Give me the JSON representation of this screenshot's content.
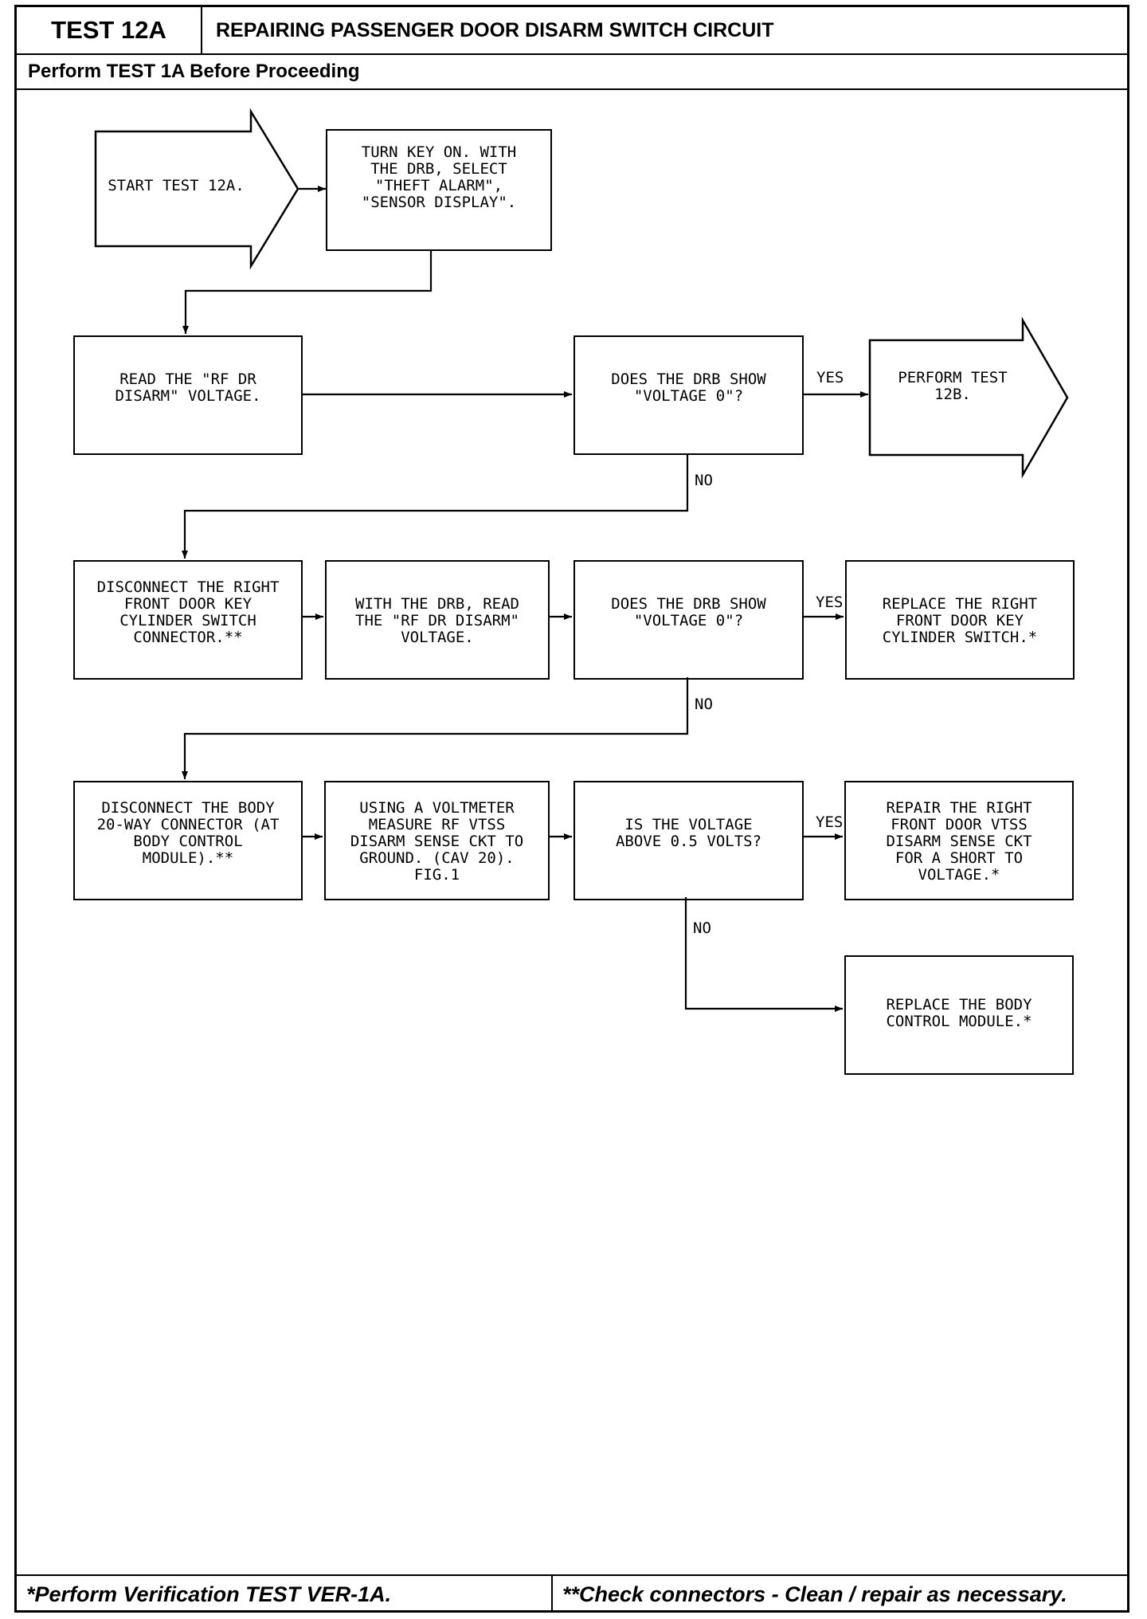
{
  "header": {
    "test_id": "TEST 12A",
    "title": "REPAIRING PASSENGER DOOR DISARM SWITCH CIRCUIT",
    "prerequisite": "Perform TEST 1A Before Proceeding"
  },
  "flowchart": {
    "start": "START TEST 12A.",
    "step1": "TURN KEY ON. WITH\nTHE DRB, SELECT\n\"THEFT ALARM\",\n\"SENSOR DISPLAY\".",
    "step2": "READ THE \"RF DR\nDISARM\" VOLTAGE.",
    "decision1": "DOES THE DRB SHOW\n\"VOLTAGE 0\"?",
    "end1": "PERFORM TEST\n12B.",
    "step3": "DISCONNECT THE RIGHT\nFRONT DOOR KEY\nCYLINDER SWITCH\nCONNECTOR.**",
    "step4": "WITH THE DRB, READ\nTHE \"RF DR DISARM\"\nVOLTAGE.",
    "decision2": "DOES THE DRB SHOW\n\"VOLTAGE 0\"?",
    "end2": "REPLACE THE RIGHT\nFRONT DOOR KEY\nCYLINDER SWITCH.*",
    "step5": "DISCONNECT THE BODY\n20-WAY CONNECTOR (AT\nBODY CONTROL\nMODULE).**",
    "step6": "USING A VOLTMETER\nMEASURE RF VTSS\nDISARM SENSE CKT TO\nGROUND. (CAV 20).\nFIG.1",
    "decision3": "IS THE VOLTAGE\nABOVE 0.5 VOLTS?",
    "end3": "REPAIR THE RIGHT\nFRONT DOOR VTSS\nDISARM SENSE CKT\nFOR A SHORT TO\nVOLTAGE.*",
    "end4": "REPLACE THE BODY\nCONTROL MODULE.*",
    "yes": "YES",
    "no": "NO"
  },
  "footer": {
    "left": "*Perform Verification TEST VER-1A.",
    "right": "**Check connectors - Clean / repair as necessary."
  }
}
